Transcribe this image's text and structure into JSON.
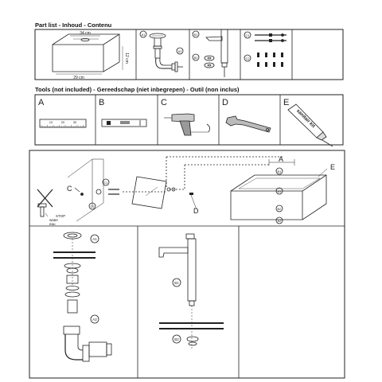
{
  "parts_heading": "Part list - Inhoud - Contenu",
  "tools_heading": "Tools (not included) - Gereedschap (niet inbegrepen) -  Outil (non inclus)",
  "basin": {
    "width_label": "34 cm",
    "length_label": "29 cm",
    "height_label": "12 cm"
  },
  "part_ids": {
    "a1": "A1",
    "a2": "A2",
    "b1": "B1",
    "b2": "B2",
    "c1": "C1",
    "c2": "C2"
  },
  "tools": [
    {
      "letter": "A",
      "icon": "ruler-icon"
    },
    {
      "letter": "B",
      "icon": "spirit-level-icon"
    },
    {
      "letter": "C",
      "icon": "drill-icon"
    },
    {
      "letter": "D",
      "icon": "adjustable-wrench-icon"
    },
    {
      "letter": "E",
      "icon": "sealant-tube-icon"
    }
  ],
  "ruler_ticks": [
    "10",
    "20",
    "30"
  ],
  "sealant_text": "sanitair kit",
  "install": {
    "label_a": "A",
    "label_c": "C",
    "label_d": "D",
    "label_e": "E",
    "stop_text": "STOP",
    "water_text": "water",
    "eau_text": "eau"
  }
}
